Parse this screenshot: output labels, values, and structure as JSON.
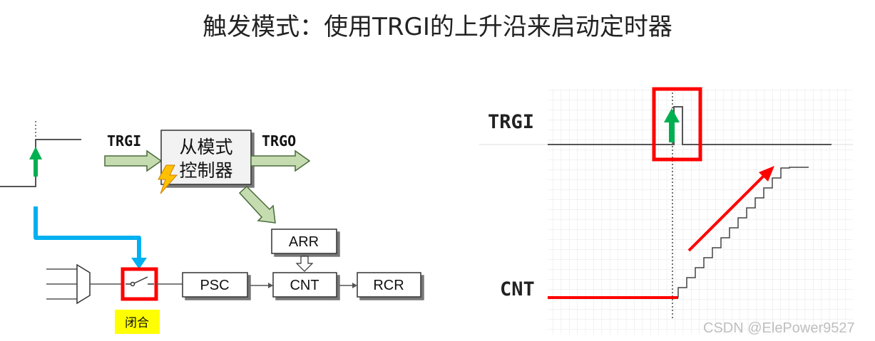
{
  "title": "触发模式：使用TRGI的上升沿来启动定时器",
  "left_diagram": {
    "trgi_label": "TRGI",
    "trgo_label": "TRGO",
    "slave_controller_line1": "从模式",
    "slave_controller_line2": "控制器",
    "arr_label": "ARR",
    "psc_label": "PSC",
    "cnt_label": "CNT",
    "rcr_label": "RCR",
    "switch_state_label": "闭合"
  },
  "right_timing": {
    "trgi_label": "TRGI",
    "cnt_label": "CNT"
  },
  "watermark": "CSDN @ElePower9527",
  "colors": {
    "green_arrow": "#00b050",
    "blue_path": "#00b0f0",
    "red_highlight": "#ff0000",
    "light_green_arrow": "#c5dcb0",
    "highlight_yellow": "#ffff00"
  }
}
